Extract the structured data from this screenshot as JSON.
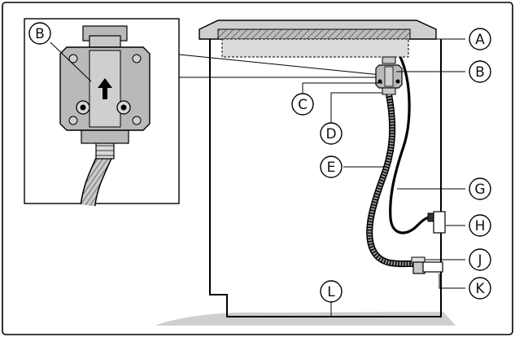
{
  "callouts": {
    "A": "A",
    "B": "B",
    "B_inset": "B",
    "C": "C",
    "D": "D",
    "E": "E",
    "G": "G",
    "H": "H",
    "J": "J",
    "K": "K",
    "L": "L"
  },
  "colors": {
    "frame": "#000000",
    "gray_part": "#b9b9b9",
    "light_gray": "#d9d9d9",
    "floor": "#cfcfcf",
    "hose": "#8a8a8a"
  }
}
